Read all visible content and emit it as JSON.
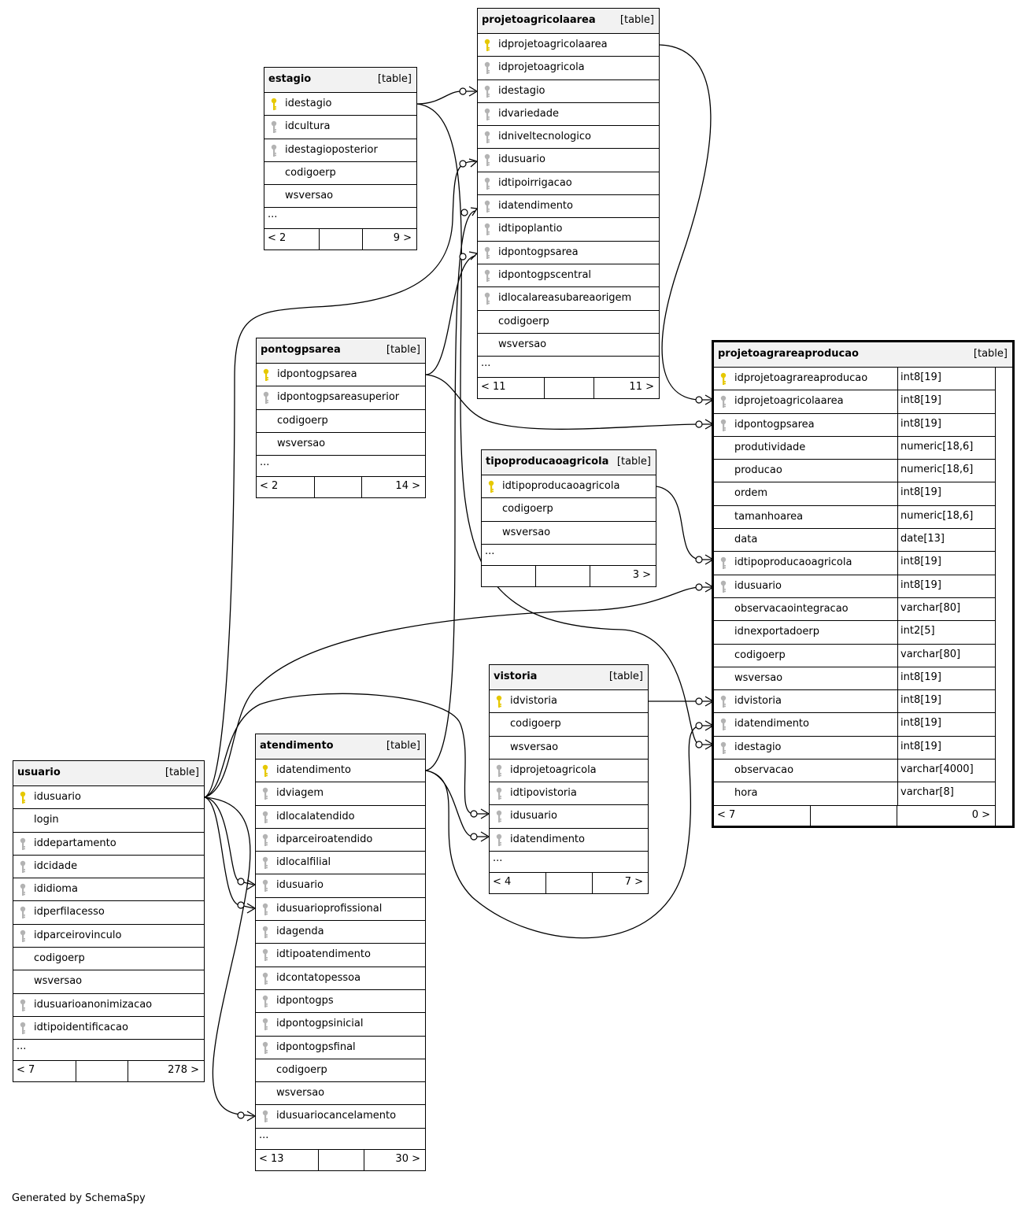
{
  "footer_text": "Generated by SchemaSpy",
  "colors": {
    "primary_key": "#e6c800",
    "foreign_key": "#b3b3b3",
    "header_bg": "#f2f2f2"
  },
  "tables": {
    "projetoagricolaarea": {
      "name": "projetoagricolaarea",
      "type": "[table]",
      "columns": [
        {
          "name": "idprojetoagricolaarea",
          "key": "pk"
        },
        {
          "name": "idprojetoagricola",
          "key": "fk"
        },
        {
          "name": "idestagio",
          "key": "fk"
        },
        {
          "name": "idvariedade",
          "key": "fk"
        },
        {
          "name": "idniveltecnologico",
          "key": "fk"
        },
        {
          "name": "idusuario",
          "key": "fk"
        },
        {
          "name": "idtipoirrigacao",
          "key": "fk"
        },
        {
          "name": "idatendimento",
          "key": "fk"
        },
        {
          "name": "idtipoplantio",
          "key": "fk"
        },
        {
          "name": "idpontogpsarea",
          "key": "fk"
        },
        {
          "name": "idpontogpscentral",
          "key": "fk"
        },
        {
          "name": "idlocalareasubareaorigem",
          "key": "fk"
        },
        {
          "name": "codigoerp",
          "key": ""
        },
        {
          "name": "wsversao",
          "key": ""
        }
      ],
      "more": "...",
      "footer_left": "< 11",
      "footer_right": "11 >"
    },
    "estagio": {
      "name": "estagio",
      "type": "[table]",
      "columns": [
        {
          "name": "idestagio",
          "key": "pk"
        },
        {
          "name": "idcultura",
          "key": "fk"
        },
        {
          "name": "idestagioposterior",
          "key": "fk"
        },
        {
          "name": "codigoerp",
          "key": ""
        },
        {
          "name": "wsversao",
          "key": ""
        }
      ],
      "more": "...",
      "footer_left": "< 2",
      "footer_right": "9 >"
    },
    "pontogpsarea": {
      "name": "pontogpsarea",
      "type": "[table]",
      "columns": [
        {
          "name": "idpontogpsarea",
          "key": "pk"
        },
        {
          "name": "idpontogpsareasuperior",
          "key": "fk"
        },
        {
          "name": "codigoerp",
          "key": ""
        },
        {
          "name": "wsversao",
          "key": ""
        }
      ],
      "more": "...",
      "footer_left": "< 2",
      "footer_right": "14 >"
    },
    "tipoproducaoagricola": {
      "name": "tipoproducaoagricola",
      "type": "[table]",
      "columns": [
        {
          "name": "idtipoproducaoagricola",
          "key": "pk"
        },
        {
          "name": "codigoerp",
          "key": ""
        },
        {
          "name": "wsversao",
          "key": ""
        }
      ],
      "more": "...",
      "footer_left": "",
      "footer_right": "3 >"
    },
    "projetoagrareaproducao": {
      "name": "projetoagrareaproducao",
      "type": "[table]",
      "columns": [
        {
          "name": "idprojetoagrareaproducao",
          "key": "pk",
          "type": "int8[19]"
        },
        {
          "name": "idprojetoagricolaarea",
          "key": "fk",
          "type": "int8[19]"
        },
        {
          "name": "idpontogpsarea",
          "key": "fk",
          "type": "int8[19]"
        },
        {
          "name": "produtividade",
          "key": "",
          "type": "numeric[18,6]"
        },
        {
          "name": "producao",
          "key": "",
          "type": "numeric[18,6]"
        },
        {
          "name": "ordem",
          "key": "",
          "type": "int8[19]"
        },
        {
          "name": "tamanhoarea",
          "key": "",
          "type": "numeric[18,6]"
        },
        {
          "name": "data",
          "key": "",
          "type": "date[13]"
        },
        {
          "name": "idtipoproducaoagricola",
          "key": "fk",
          "type": "int8[19]"
        },
        {
          "name": "idusuario",
          "key": "fk",
          "type": "int8[19]"
        },
        {
          "name": "observacaointegracao",
          "key": "",
          "type": "varchar[80]"
        },
        {
          "name": "idnexportadoerp",
          "key": "",
          "type": "int2[5]"
        },
        {
          "name": "codigoerp",
          "key": "",
          "type": "varchar[80]"
        },
        {
          "name": "wsversao",
          "key": "",
          "type": "int8[19]"
        },
        {
          "name": "idvistoria",
          "key": "fk",
          "type": "int8[19]"
        },
        {
          "name": "idatendimento",
          "key": "fk",
          "type": "int8[19]"
        },
        {
          "name": "idestagio",
          "key": "fk",
          "type": "int8[19]"
        },
        {
          "name": "observacao",
          "key": "",
          "type": "varchar[4000]"
        },
        {
          "name": "hora",
          "key": "",
          "type": "varchar[8]"
        }
      ],
      "footer_left": "< 7",
      "footer_right": "0 >"
    },
    "vistoria": {
      "name": "vistoria",
      "type": "[table]",
      "columns": [
        {
          "name": "idvistoria",
          "key": "pk"
        },
        {
          "name": "codigoerp",
          "key": ""
        },
        {
          "name": "wsversao",
          "key": ""
        },
        {
          "name": "idprojetoagricola",
          "key": "fk"
        },
        {
          "name": "idtipovistoria",
          "key": "fk"
        },
        {
          "name": "idusuario",
          "key": "fk"
        },
        {
          "name": "idatendimento",
          "key": "fk"
        }
      ],
      "more": "...",
      "footer_left": "< 4",
      "footer_right": "7 >"
    },
    "atendimento": {
      "name": "atendimento",
      "type": "[table]",
      "columns": [
        {
          "name": "idatendimento",
          "key": "pk"
        },
        {
          "name": "idviagem",
          "key": "fk"
        },
        {
          "name": "idlocalatendido",
          "key": "fk"
        },
        {
          "name": "idparceiroatendido",
          "key": "fk"
        },
        {
          "name": "idlocalfilial",
          "key": "fk"
        },
        {
          "name": "idusuario",
          "key": "fk"
        },
        {
          "name": "idusuarioprofissional",
          "key": "fk"
        },
        {
          "name": "idagenda",
          "key": "fk"
        },
        {
          "name": "idtipoatendimento",
          "key": "fk"
        },
        {
          "name": "idcontatopessoa",
          "key": "fk"
        },
        {
          "name": "idpontogps",
          "key": "fk"
        },
        {
          "name": "idpontogpsinicial",
          "key": "fk"
        },
        {
          "name": "idpontogpsfinal",
          "key": "fk"
        },
        {
          "name": "codigoerp",
          "key": ""
        },
        {
          "name": "wsversao",
          "key": ""
        },
        {
          "name": "idusuariocancelamento",
          "key": "fk"
        }
      ],
      "more": "...",
      "footer_left": "< 13",
      "footer_right": "30 >"
    },
    "usuario": {
      "name": "usuario",
      "type": "[table]",
      "columns": [
        {
          "name": "idusuario",
          "key": "pk"
        },
        {
          "name": "login",
          "key": ""
        },
        {
          "name": "iddepartamento",
          "key": "fk"
        },
        {
          "name": "idcidade",
          "key": "fk"
        },
        {
          "name": "ididioma",
          "key": "fk"
        },
        {
          "name": "idperfilacesso",
          "key": "fk"
        },
        {
          "name": "idparceirovinculo",
          "key": "fk"
        },
        {
          "name": "codigoerp",
          "key": ""
        },
        {
          "name": "wsversao",
          "key": ""
        },
        {
          "name": "idusuarioanonimizacao",
          "key": "fk"
        },
        {
          "name": "idtipoidentificacao",
          "key": "fk"
        }
      ],
      "more": "...",
      "footer_left": "< 7",
      "footer_right": "278 >"
    }
  }
}
